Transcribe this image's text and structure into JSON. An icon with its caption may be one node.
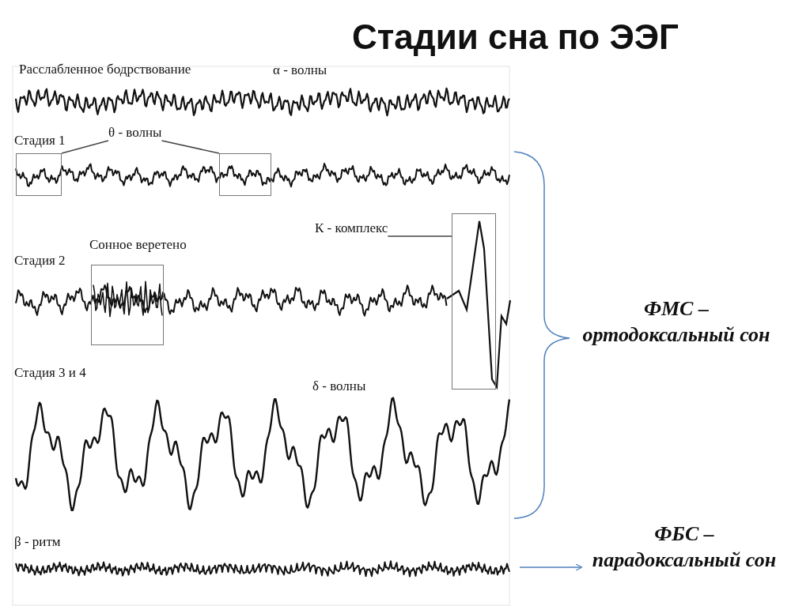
{
  "diagram": {
    "title": "Стадии сна по ЭЭГ",
    "nodes": [
      {
        "text": [
          "θ - волны"
        ]
      },
      {
        "text": [],
        "shape": "box"
      },
      {
        "text": [],
        "shape": "box"
      },
      {
        "text": [
          "Сонное веретено"
        ]
      },
      {
        "text": [
          "К - комплекс"
        ]
      },
      {
        "text": [],
        "shape": "box"
      },
      {
        "text": [
          "ФБС – парадоксальный сон"
        ]
      }
    ],
    "edges": [
      {
        "from": 0,
        "to": 1,
        "arrow": "none"
      },
      {
        "from": 0,
        "to": 2,
        "arrow": "none"
      },
      {
        "from": 4,
        "to": 5,
        "arrow": "none"
      },
      {
        "from": null,
        "to": 6,
        "arrow": "to",
        "color": "#4f81bd"
      }
    ],
    "labels": [
      "Расслабленное бодрствование",
      "α - волны",
      "Стадия 1",
      "Стадия 2",
      "Стадия 3 и 4",
      "δ - волны",
      "β - ритм",
      "ФМС – ортодоксальный сон"
    ]
  }
}
